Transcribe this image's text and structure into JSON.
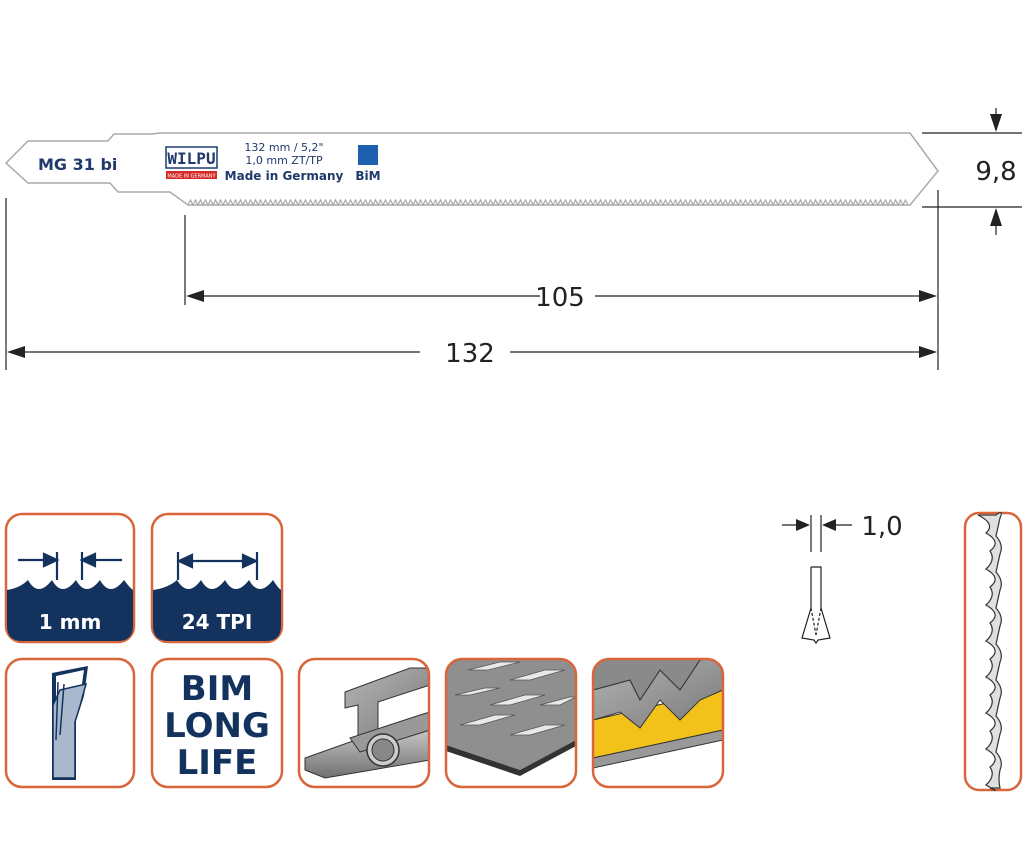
{
  "blade": {
    "model": "MG 31 bi",
    "brand": "WILPU",
    "brand_tagline": "MADE IN GERMANY",
    "length_info": "132 mm / 5,2\"",
    "pitch_info": "1,0 mm ZT/TP",
    "origin": "Made in Germany",
    "material_badge": "BiM",
    "material_color": "#1f5fb0"
  },
  "dimensions": {
    "total_length": "132",
    "working_length": "105",
    "width": "9,8",
    "tooth_set": "1,0"
  },
  "tiles": [
    {
      "name": "tooth-pitch",
      "label": "1 mm"
    },
    {
      "name": "teeth-per-inch",
      "label": "24 TPI"
    },
    {
      "name": "flexible-blade"
    },
    {
      "name": "bim-long-life",
      "lines": [
        "BIM",
        "LONG",
        "LIFE"
      ]
    },
    {
      "name": "profiles-tubes"
    },
    {
      "name": "sheet-metal"
    },
    {
      "name": "sandwich-panels"
    }
  ],
  "colors": {
    "tile_border": "#d9663a",
    "navy": "#14325e",
    "line": "#222222",
    "blade_outline": "#aaaaaa"
  }
}
